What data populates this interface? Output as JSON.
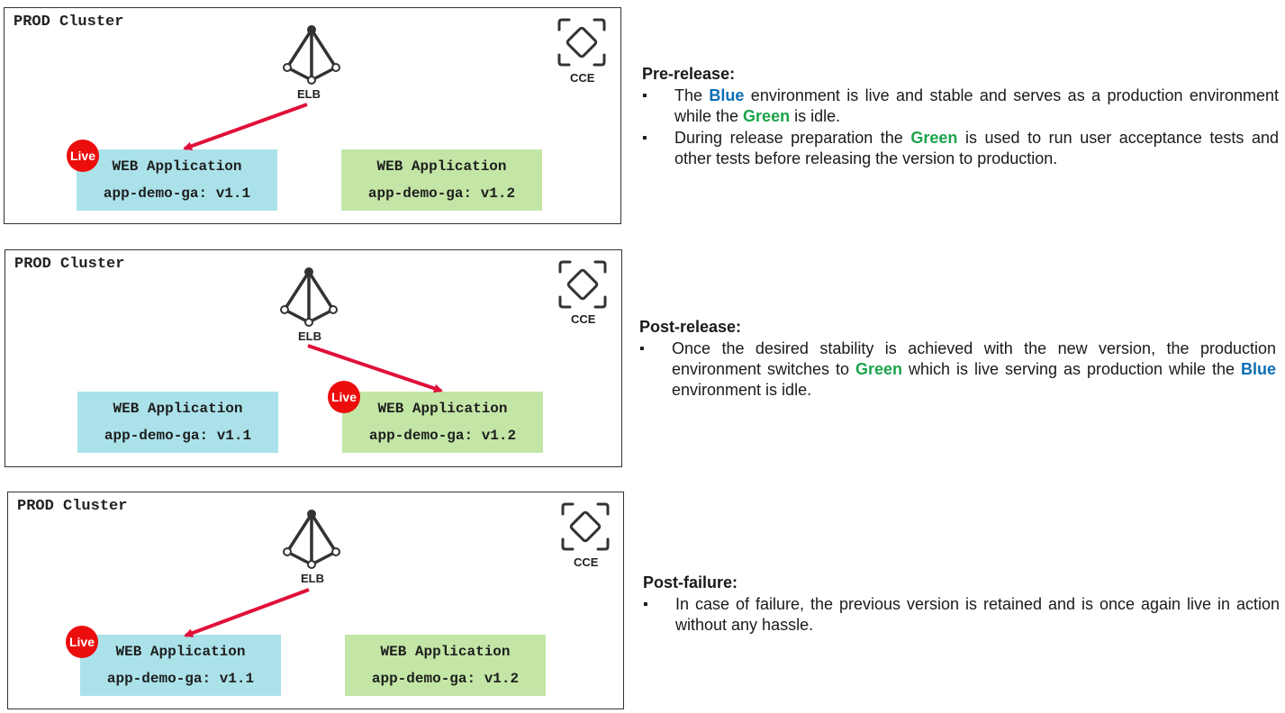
{
  "colors": {
    "blue_box": "#abe2ea",
    "green_box": "#c3e6a6",
    "arrow": "#e0103a",
    "live_badge": "#ec0d0d",
    "blue_text": "#0a6db5",
    "green_text": "#1ca34b"
  },
  "panels": [
    {
      "title": "PROD Cluster",
      "elb_label": "ELB",
      "cce_label": "CCE",
      "live_badge": "Live",
      "live_target": "blue",
      "blue_app": {
        "name": "WEB Application",
        "version": "app-demo-ga: v1.1"
      },
      "green_app": {
        "name": "WEB Application",
        "version": "app-demo-ga: v1.2"
      }
    },
    {
      "title": "PROD Cluster",
      "elb_label": "ELB",
      "cce_label": "CCE",
      "live_badge": "Live",
      "live_target": "green",
      "blue_app": {
        "name": "WEB Application",
        "version": "app-demo-ga: v1.1"
      },
      "green_app": {
        "name": "WEB Application",
        "version": "app-demo-ga: v1.2"
      }
    },
    {
      "title": "PROD Cluster",
      "elb_label": "ELB",
      "cce_label": "CCE",
      "live_badge": "Live",
      "live_target": "blue",
      "blue_app": {
        "name": "WEB Application",
        "version": "app-demo-ga: v1.1"
      },
      "green_app": {
        "name": "WEB Application",
        "version": "app-demo-ga: v1.2"
      }
    }
  ],
  "descriptions": {
    "pre_release": {
      "heading": "Pre-release:",
      "b1": {
        "t1": "The ",
        "k1": "Blue",
        "t2": " environment is live and stable and serves as a production environment while the ",
        "k2": "Green",
        "t3": " is idle."
      },
      "b2": {
        "t1": "During release preparation the ",
        "k1": "Green",
        "t2": " is used to run user acceptance tests and other tests before releasing the version to production."
      }
    },
    "post_release": {
      "heading": "Post-release:",
      "b1": {
        "t1": "Once the desired stability is achieved with the new version, the production environment switches to ",
        "k1": "Green",
        "t2": " which is live serving as production while the ",
        "k2": "Blue",
        "t3": " environment is idle."
      }
    },
    "post_failure": {
      "heading": "Post-failure:",
      "b1": {
        "t1": "In case of failure, the previous version is retained and is once again live in action without any hassle."
      }
    }
  }
}
